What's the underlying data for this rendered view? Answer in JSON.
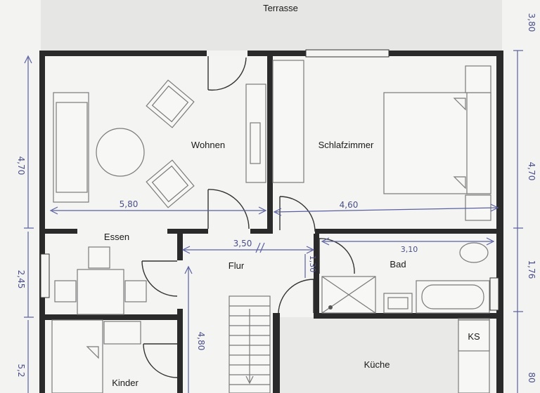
{
  "rooms": {
    "terrasse": "Terrasse",
    "wohnen": "Wohnen",
    "schlafzimmer": "Schlafzimmer",
    "essen": "Essen",
    "flur": "Flur",
    "bad": "Bad",
    "kueche": "Küche",
    "kinder": "Kinder",
    "ks": "KS"
  },
  "dimensions": {
    "terrasse_depth": "3,80",
    "left_wohnen": "4,70",
    "left_essen": "2,45",
    "left_kinder": "5,2",
    "right_schlaf": "4,70",
    "right_bad": "1,76",
    "right_kueche": "80",
    "wohnen_width": "5,80",
    "schlaf_width": "4,60",
    "flur_width": "3,50",
    "bad_width": "3,10",
    "flur_short": "1,30",
    "flur_length": "4,80"
  }
}
